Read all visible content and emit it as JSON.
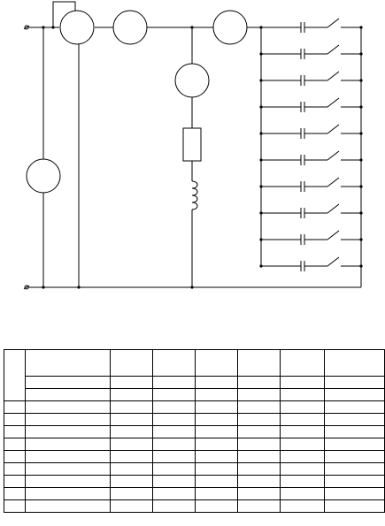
{
  "diagram": {
    "meters": {
      "series_top_1": "",
      "series_top_2": "",
      "series_top_3": "",
      "branch_meter": "",
      "left_meter": ""
    },
    "capacitor_branch_count": 10
  },
  "table": {
    "columns": 8,
    "header_rows": 3,
    "data_rows": 9,
    "cells": []
  }
}
